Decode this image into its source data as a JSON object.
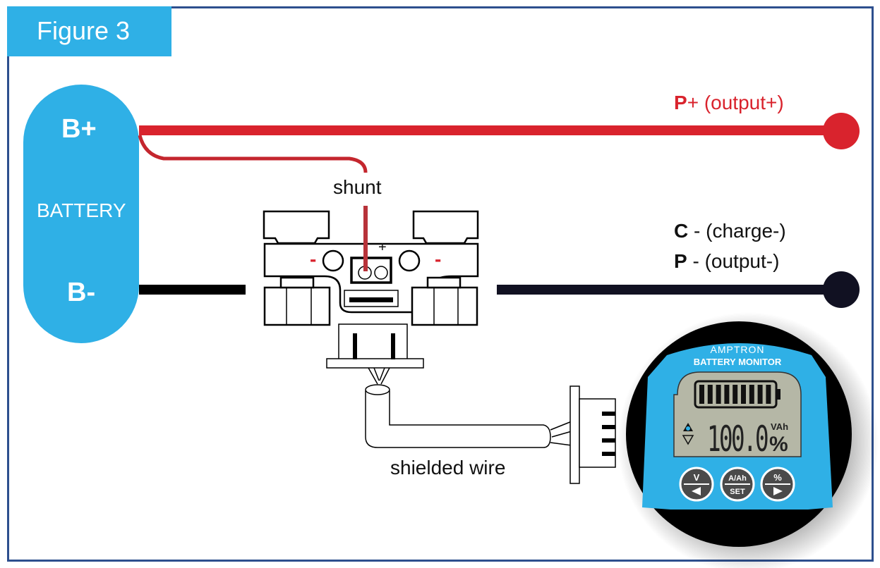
{
  "figure": {
    "title": "Figure 3"
  },
  "battery": {
    "pos_label": "B+",
    "name_label": "BATTERY",
    "neg_label": "B-"
  },
  "shunt": {
    "label": "shunt",
    "plus_mark": "+",
    "minus_mark_left": "-",
    "minus_mark_right": "-"
  },
  "terminals": {
    "positive_output": {
      "bold": "P",
      "rest": "+ (output+)"
    },
    "charge_negative": {
      "bold": "C",
      "rest": " - (charge-)"
    },
    "output_negative": {
      "bold": "P",
      "rest": " - (output-)"
    }
  },
  "cable": {
    "label": "shielded wire"
  },
  "monitor": {
    "brand": "AMPTRON",
    "subtitle": "BATTERY MONITOR",
    "display_value": "100.0",
    "unit_small": "VAh",
    "unit_large": "%",
    "battery_bars": 9,
    "buttons": [
      {
        "top": "V",
        "bottom_icon": "left-arrow"
      },
      {
        "top": "A/Ah",
        "bottom": "SET"
      },
      {
        "top": "%",
        "bottom_icon": "right-arrow"
      }
    ]
  },
  "colors": {
    "positive_wire": "#d9232d",
    "negative_wire": "#000000",
    "accent": "#2fb0e6",
    "frame": "#2d4f8e"
  }
}
